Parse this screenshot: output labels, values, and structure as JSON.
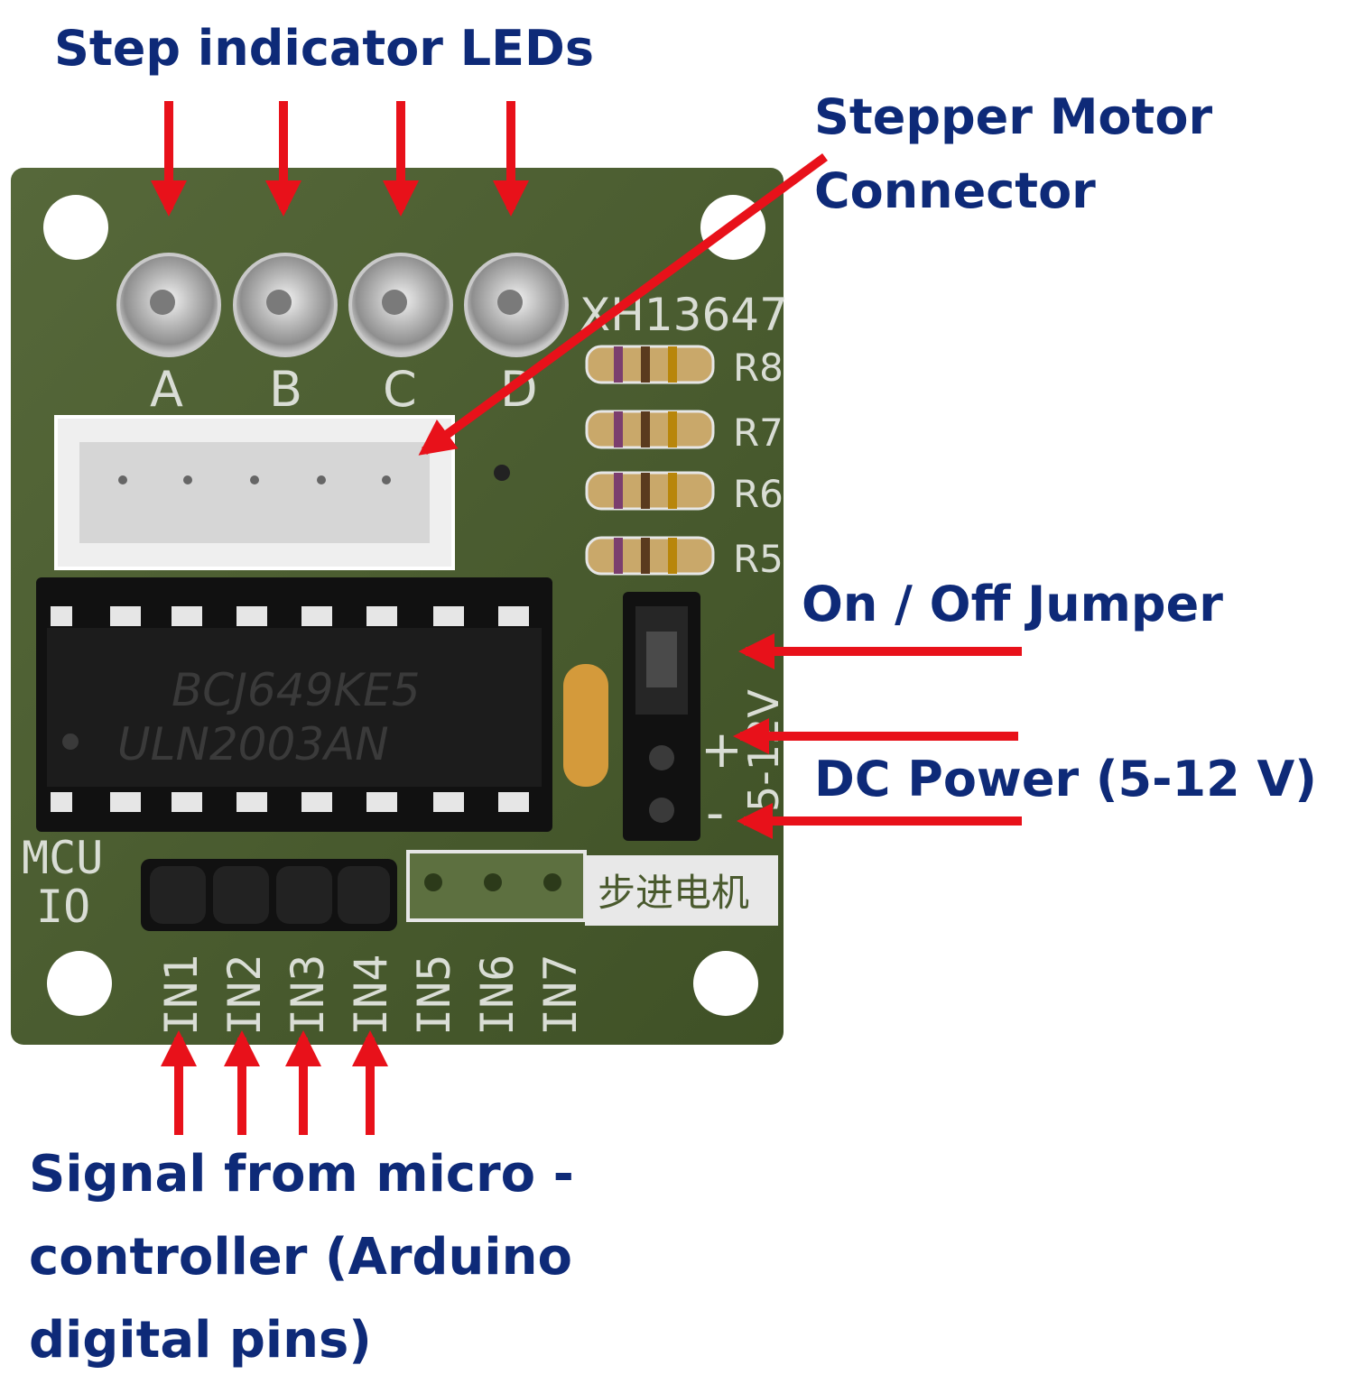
{
  "callouts": {
    "step_leds": "Step indicator LEDs",
    "motor_connector_line1": "Stepper Motor",
    "motor_connector_line2": "Connector",
    "jumper": "On / Off Jumper",
    "power": "DC Power (5-12 V)",
    "signal_line1": "Signal from micro -",
    "signal_line2": "controller (Arduino",
    "signal_line3": "digital pins)"
  },
  "board": {
    "led_labels": [
      "A",
      "B",
      "C",
      "D"
    ],
    "part_number": "XH13647",
    "resistor_labels": [
      "R8",
      "R7",
      "R6",
      "R5"
    ],
    "chip_line1": "BCJ649KE5",
    "chip_line2": "ULN2003AN",
    "voltage_label": "5-12V",
    "plus": "+",
    "minus": "-",
    "mcu_label": "MCU",
    "io_label": "IO",
    "chinese_label": "步进电机",
    "input_labels": [
      "IN1",
      "IN2",
      "IN3",
      "IN4",
      "IN5",
      "IN6",
      "IN7"
    ]
  },
  "colors": {
    "pcb": "#4c5e2e",
    "arrow": "#e8111a",
    "text": "#0e2a78"
  }
}
